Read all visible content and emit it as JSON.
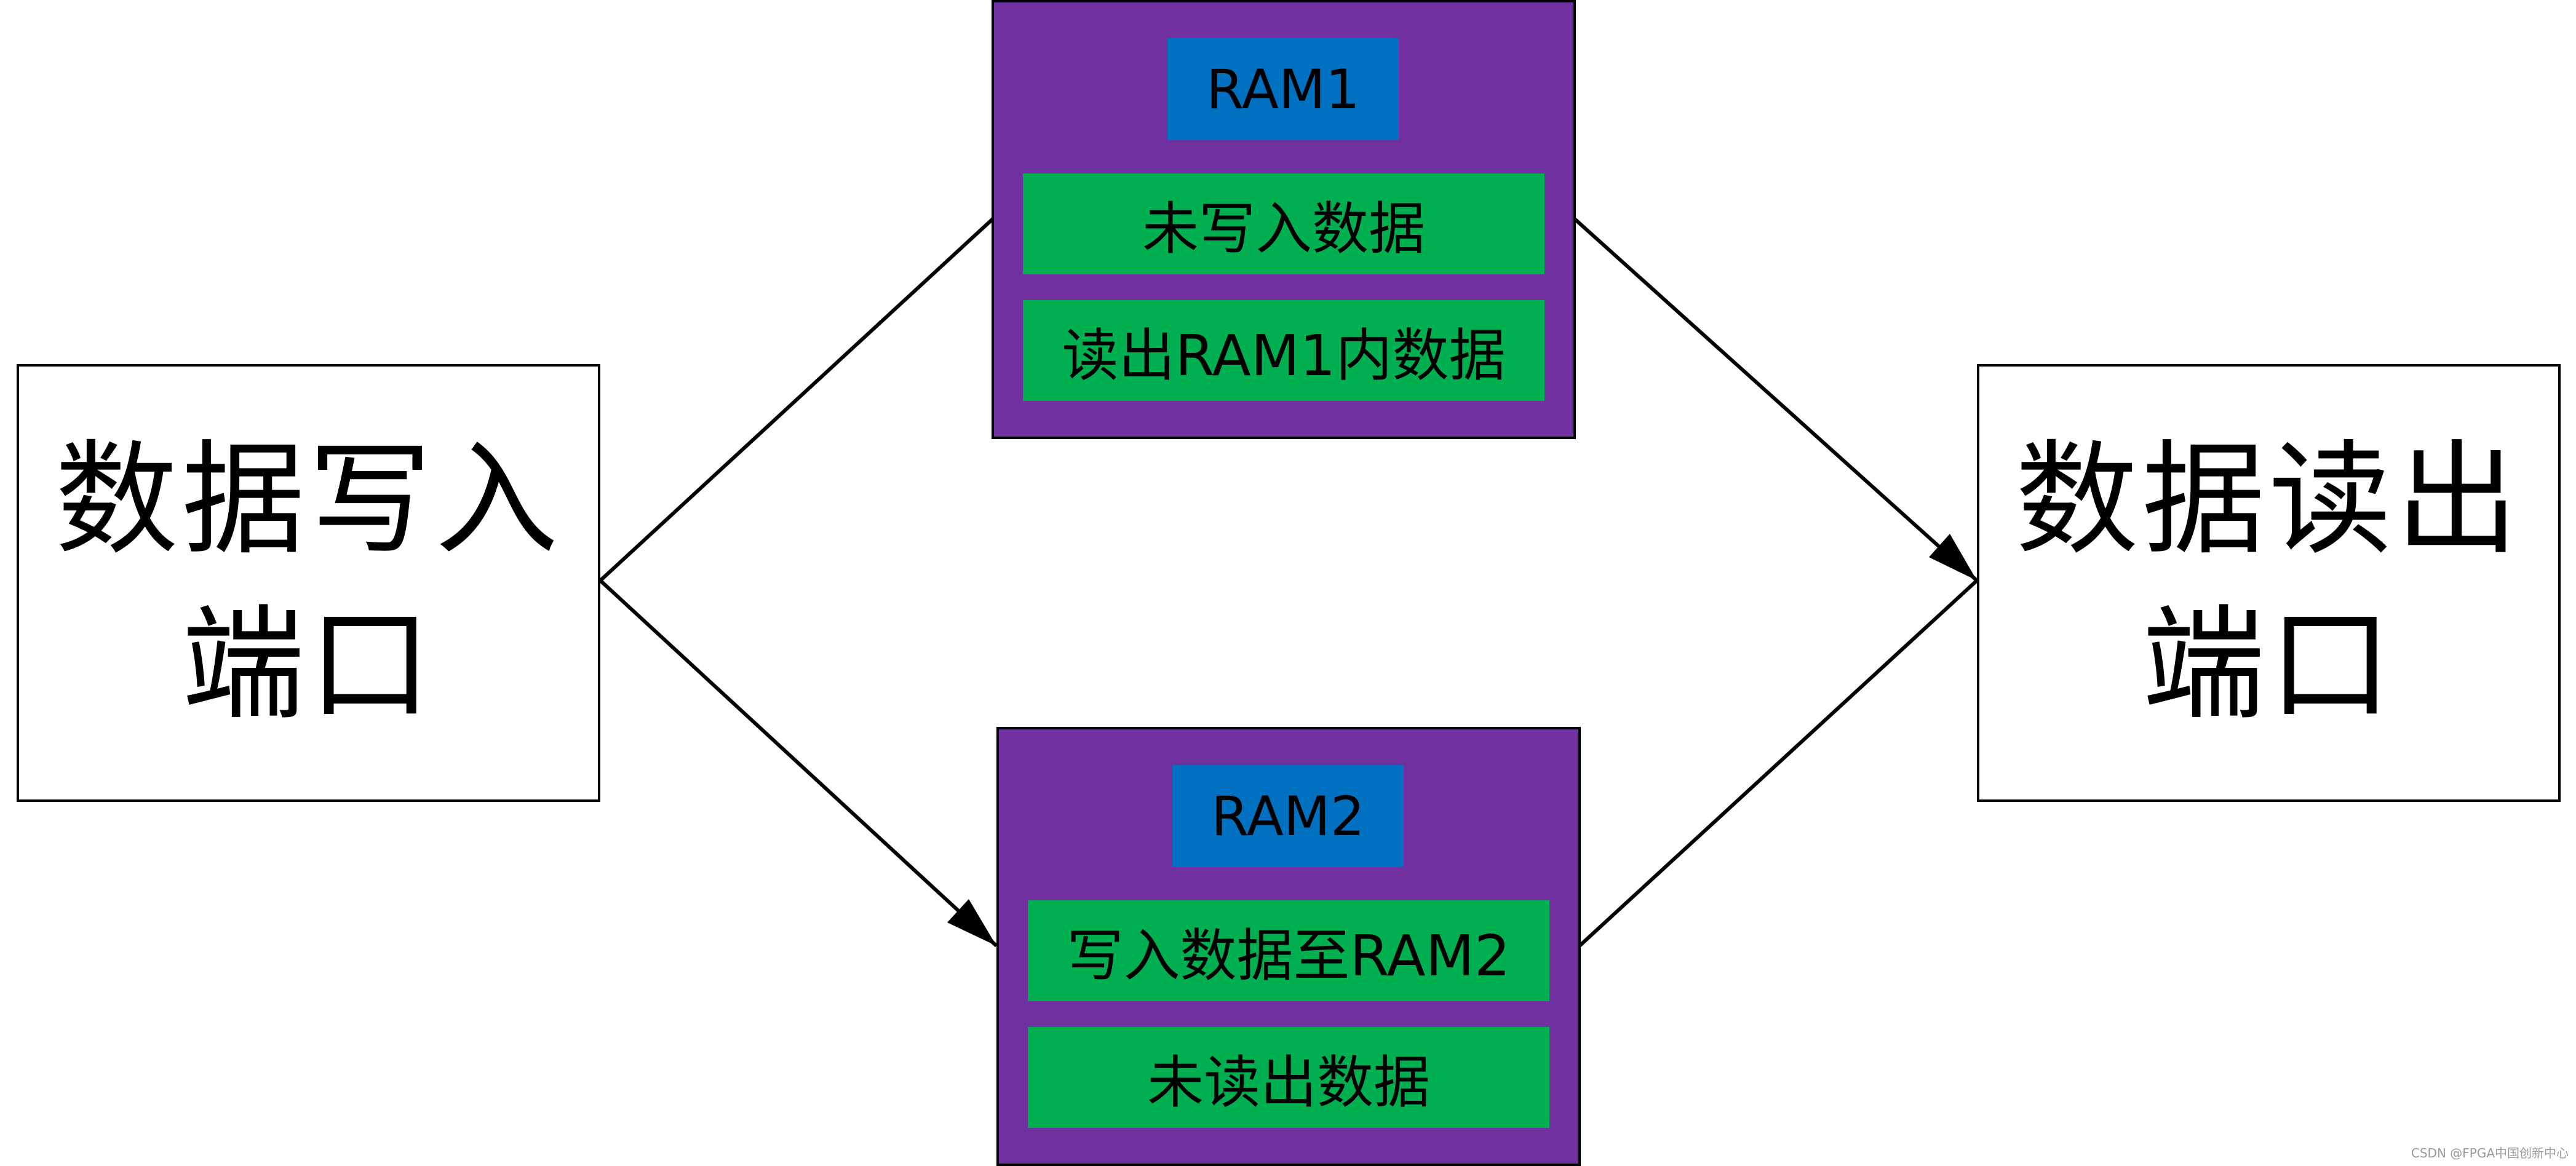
{
  "colors": {
    "ram_block_fill": "#7030a0",
    "ram_title_fill": "#0070c0",
    "ram_row_fill": "#00b050",
    "line": "#000000"
  },
  "write_port": {
    "label": "数据写入\n端口"
  },
  "read_port": {
    "label": "数据读出\n端口"
  },
  "ram1": {
    "title": "RAM1",
    "rows": [
      "未写入数据",
      "读出RAM1内数据"
    ]
  },
  "ram2": {
    "title": "RAM2",
    "rows": [
      "写入数据至RAM2",
      "未读出数据"
    ]
  },
  "watermark": "CSDN @FPGA中国创新中心"
}
